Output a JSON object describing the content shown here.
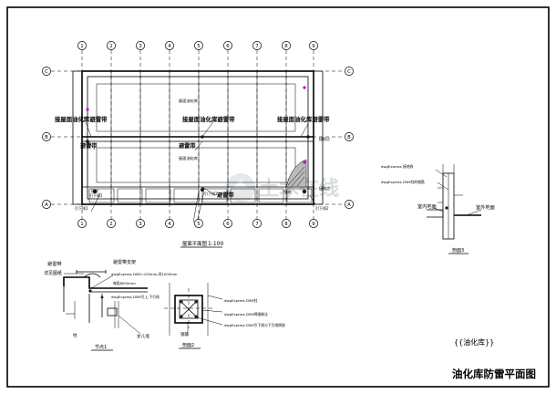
{
  "title": "油化库防雷平面图",
  "stamp": "{{油化库}}",
  "watermark": "土木在线",
  "plan": {
    "caption": "屋面平面图",
    "scale": "1:100",
    "top_grid": [
      "1",
      "2",
      "3",
      "4",
      "5",
      "6",
      "7",
      "8",
      "9"
    ],
    "bottom_grid": [
      "1",
      "2",
      "3",
      "4",
      "5",
      "6",
      "7",
      "8",
      "9"
    ],
    "left_grid": [
      "A",
      "B",
      "C"
    ],
    "right_grid": [
      "A",
      "B",
      "C"
    ],
    "labels": {
      "left_belt": "接屋面油化库避雷带",
      "center_belt": "接屋面油化库避雷带",
      "right_belt": "接屋面油化库避雷带",
      "left_mark": "避雷带",
      "center_mark": "避雷带",
      "bottom_mark": "避雷带",
      "upper_room": "屋面油化库",
      "lower_room": "屋面油化库",
      "left_pt": "引下线1",
      "right_pt": "引下线2",
      "left_note": "引下线1",
      "right_note": "引下线2",
      "left_tag": "接地",
      "right_tag": "接地",
      "right_side_tag": "接地点",
      "right_side_tag2": "接地点"
    }
  },
  "detail_a": {
    "caption": "节点1",
    "labels": {
      "belt": "避雷带",
      "support": "避雷带支架",
      "tag": "详见图纸",
      "spec1": "dwgExpress D5M=100mm,间1000mm",
      "spec2": "每段6000mm",
      "spec3": "dwgExpress D5M引上,下引线",
      "wall": "女儿墙",
      "bottom": "柱"
    }
  },
  "detail_b": {
    "caption": "剖面2",
    "labels": {
      "spec1": "dwgExpress D5M柱",
      "spec2": "dwgExpress D5M焊接做法",
      "spec3": "dwgExpress D5M引下线与下引线焊接",
      "note": "钢筋"
    }
  },
  "detail_c": {
    "caption": "剖面3",
    "labels": {
      "spec1": "dwgExpress 接地线",
      "spec2": "dwgExpress D5M柱的钢筋",
      "left_side": "室内地面",
      "right_side": "室外地面"
    }
  },
  "colors": {
    "line": "#000000",
    "magenta": "#cc00cc",
    "watermark": "#d9dde0"
  }
}
